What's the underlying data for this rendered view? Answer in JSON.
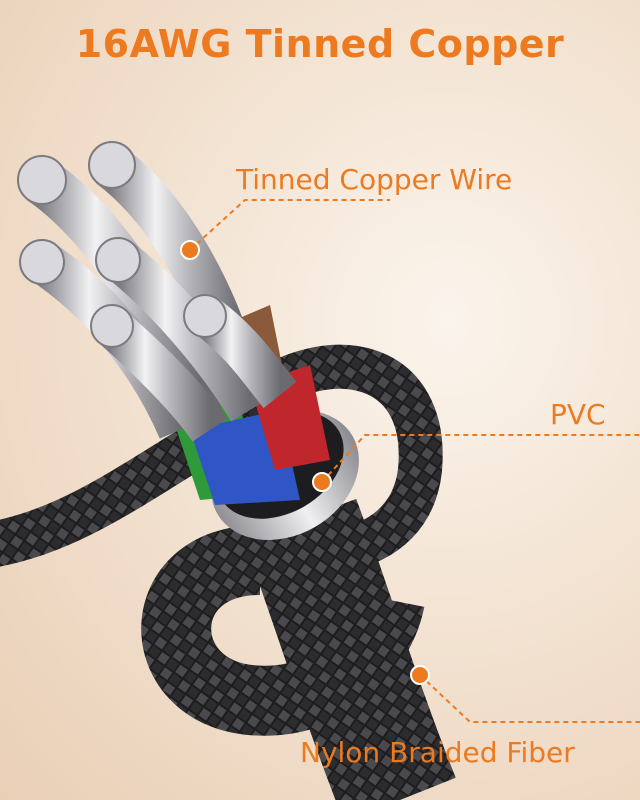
{
  "heading": "16AWG Tinned Copper",
  "callouts": {
    "wire": "Tinned Copper Wire",
    "pvc": "PVC",
    "nylon": "Nylon Braided Fiber"
  },
  "colors": {
    "accent": "#ee7a1f",
    "braid": "#2a2a2c",
    "sleeve": "#c9c9cc",
    "insulation_red": "#c0272d",
    "insulation_blue": "#2f56c4",
    "insulation_green": "#2f9a3a",
    "insulation_brown": "#8a5a3a"
  }
}
